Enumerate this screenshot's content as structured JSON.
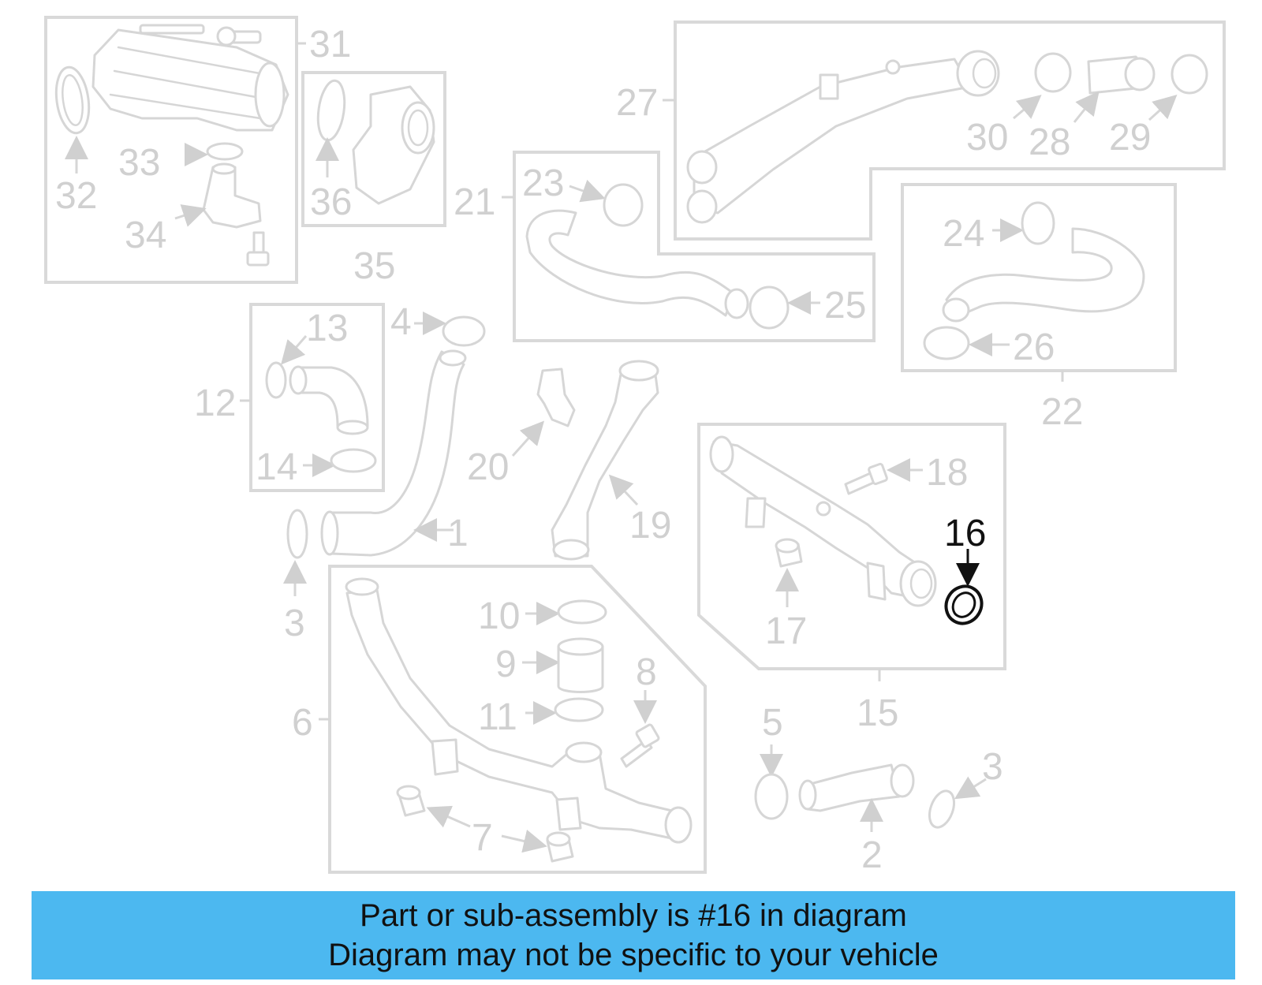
{
  "highlight_label": "16",
  "banner": {
    "line1": "Part or sub-assembly is #16 in diagram",
    "line2": "Diagram may not be specific to your vehicle"
  },
  "labels": {
    "l1": "1",
    "l2": "2",
    "l3a": "3",
    "l3b": "3",
    "l4": "4",
    "l5": "5",
    "l6": "6",
    "l7": "7",
    "l8": "8",
    "l9": "9",
    "l10": "10",
    "l11": "11",
    "l12": "12",
    "l13": "13",
    "l14": "14",
    "l15": "15",
    "l17": "17",
    "l18": "18",
    "l19": "19",
    "l20": "20",
    "l21": "21",
    "l22": "22",
    "l23": "23",
    "l24": "24",
    "l25": "25",
    "l26": "26",
    "l27": "27",
    "l28": "28",
    "l29": "29",
    "l30": "30",
    "l31": "31",
    "l32": "32",
    "l33": "33",
    "l34": "34",
    "l35": "35",
    "l36": "36"
  },
  "colors": {
    "banner": "#4cb8f0",
    "highlight": "#111111",
    "faded": "#d0d0d0"
  }
}
